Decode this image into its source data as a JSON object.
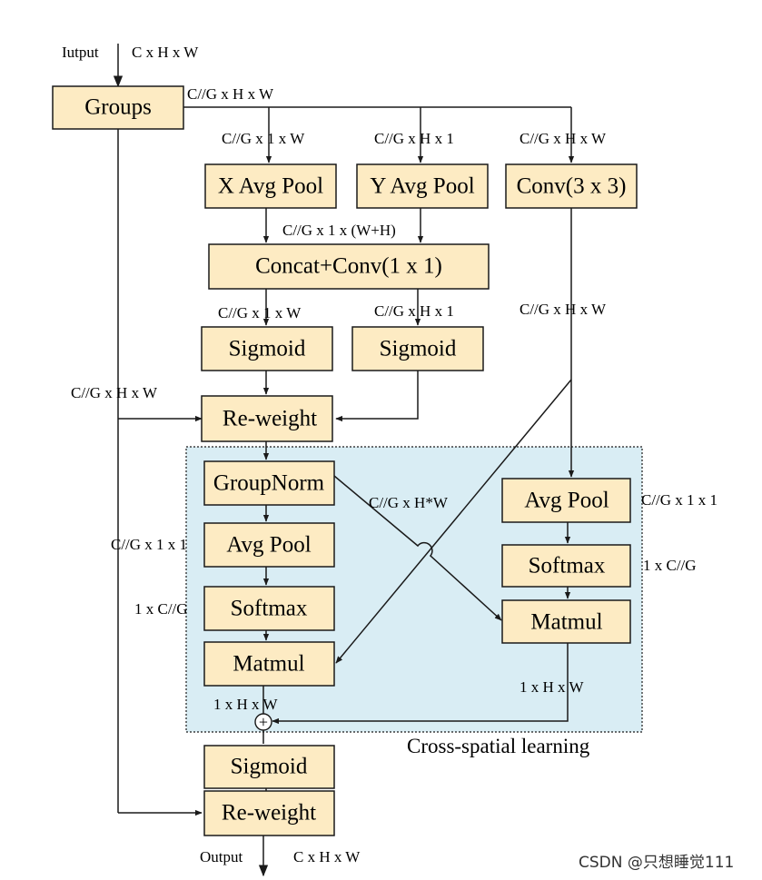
{
  "input": {
    "label": "Iutput",
    "dims": "C x H x W"
  },
  "output": {
    "label": "Output",
    "dims": "C x H x W"
  },
  "nodes": {
    "groups": "Groups",
    "x_avg_pool": "X Avg Pool",
    "y_avg_pool": "Y Avg Pool",
    "conv3": "Conv(3 x 3)",
    "concat_conv": "Concat+Conv(1 x 1)",
    "sigmoid_left": "Sigmoid",
    "sigmoid_right": "Sigmoid",
    "reweight_top": "Re-weight",
    "groupnorm": "GroupNorm",
    "avgpool_left": "Avg Pool",
    "softmax_left": "Softmax",
    "matmul_left": "Matmul",
    "avgpool_right": "Avg Pool",
    "softmax_right": "Softmax",
    "matmul_right": "Matmul",
    "sigmoid_bottom": "Sigmoid",
    "reweight_bottom": "Re-weight"
  },
  "dims": {
    "groups_out": "C//G x H x W",
    "x_pool_in": "C//G x 1 x W",
    "y_pool_in": "C//G x H x 1",
    "conv_in": "C//G x H x W",
    "concat_in": "C//G x 1 x (W+H)",
    "sigmoid_left_in": "C//G x 1 x W",
    "sigmoid_right_in": "C//G x H x 1",
    "conv_out": "C//G x H x W",
    "skip": "C//G x H x W",
    "cross": "C//G x H*W",
    "avgpool_right_out": "C//G x 1 x 1",
    "avgpool_left_out": "C//G x 1 x 1",
    "softmax_right_out": "1 x C//G",
    "softmax_left_out": "1 x C//G",
    "matmul_right_out": "1 x H x W",
    "matmul_left_out": "1 x H x W"
  },
  "sum_symbol": "+",
  "region_label": "Cross-spatial learning",
  "watermark": "CSDN @只想睡觉111"
}
